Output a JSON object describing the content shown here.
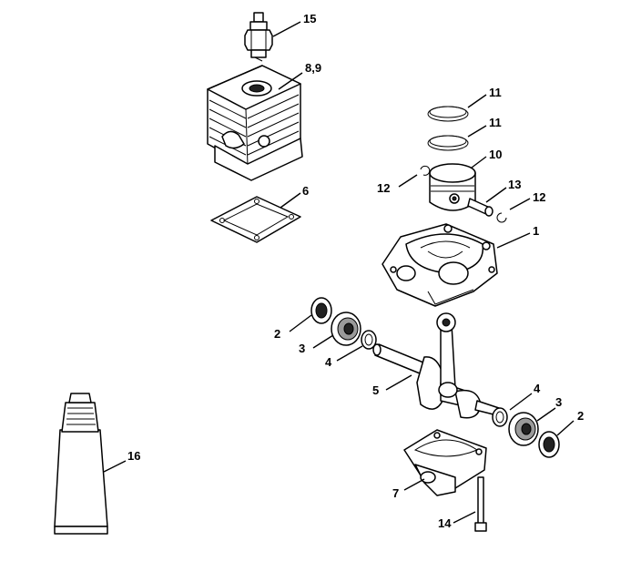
{
  "callouts": {
    "c15": "15",
    "c89": "8,9",
    "c11a": "11",
    "c11b": "11",
    "c10": "10",
    "c12a": "12",
    "c13": "13",
    "c12b": "12",
    "c6": "6",
    "c1": "1",
    "c2a": "2",
    "c3a": "3",
    "c4a": "4",
    "c5": "5",
    "c4b": "4",
    "c3b": "3",
    "c2b": "2",
    "c16": "16",
    "c7": "7",
    "c14": "14"
  }
}
